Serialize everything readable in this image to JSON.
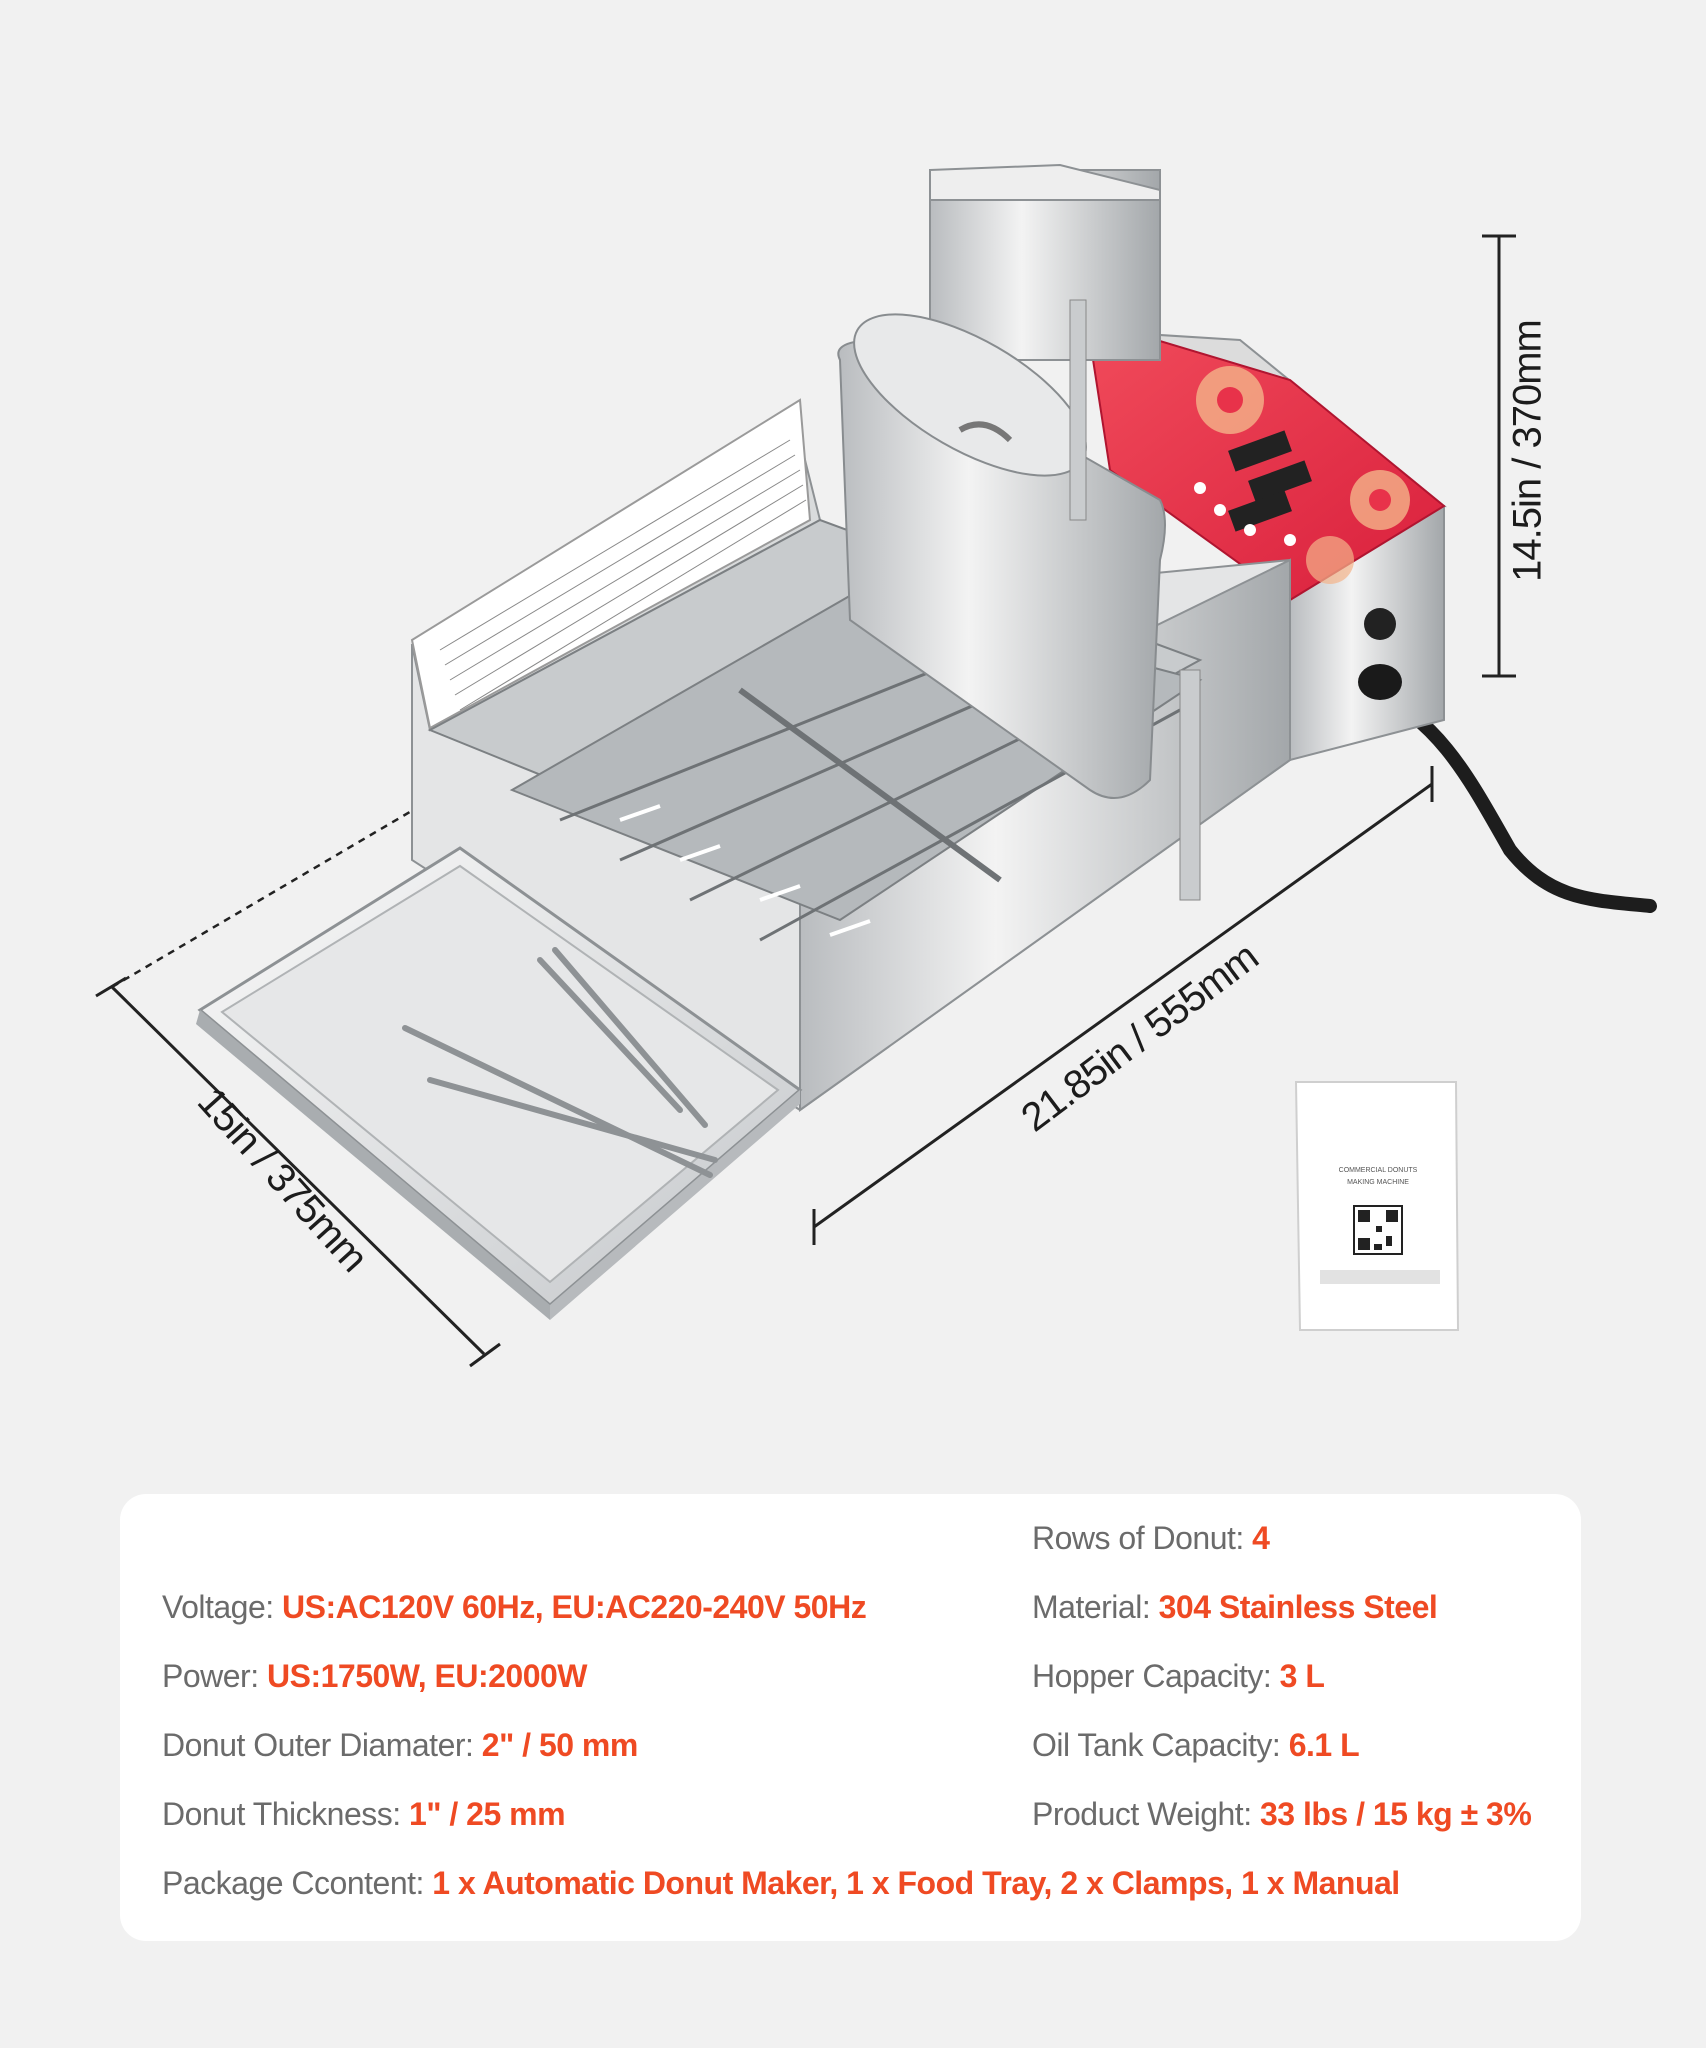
{
  "dimensions": {
    "height": "14.5in / 370mm",
    "length": "21.85in / 555mm",
    "width": "15in / 375mm"
  },
  "manual_card": {
    "title_line1": "COMMERCIAL DONUTS",
    "title_line2": "MAKING MACHINE"
  },
  "specs": {
    "rows_of_donut": {
      "label": "Rows of Donut:",
      "value": "4"
    },
    "voltage": {
      "label": "Voltage:",
      "value": "US:AC120V 60Hz, EU:AC220-240V 50Hz"
    },
    "material": {
      "label": "Material:",
      "value": "304 Stainless Steel"
    },
    "power": {
      "label": "Power:",
      "value": "US:1750W, EU:2000W"
    },
    "hopper_capacity": {
      "label": "Hopper Capacity:",
      "value": "3 L"
    },
    "outer_diameter": {
      "label": "Donut Outer Diamater:",
      "value": "2\" / 50 mm"
    },
    "oil_tank_capacity": {
      "label": "Oil Tank Capacity:",
      "value": "6.1 L"
    },
    "thickness": {
      "label": "Donut Thickness:",
      "value": "1\" / 25 mm"
    },
    "product_weight": {
      "label": "Product Weight:",
      "value": "33 lbs / 15 kg ± 3%"
    },
    "package_content": {
      "label": "Package Ccontent:",
      "value": "1 x Automatic Donut Maker, 1 x Food Tray, 2 x Clamps, 1 x Manual"
    }
  },
  "colors": {
    "accent": "#ef4a23",
    "label": "#6b6b6b",
    "background": "#f1f1f1",
    "card": "#ffffff",
    "control_panel": "#e8324a"
  }
}
